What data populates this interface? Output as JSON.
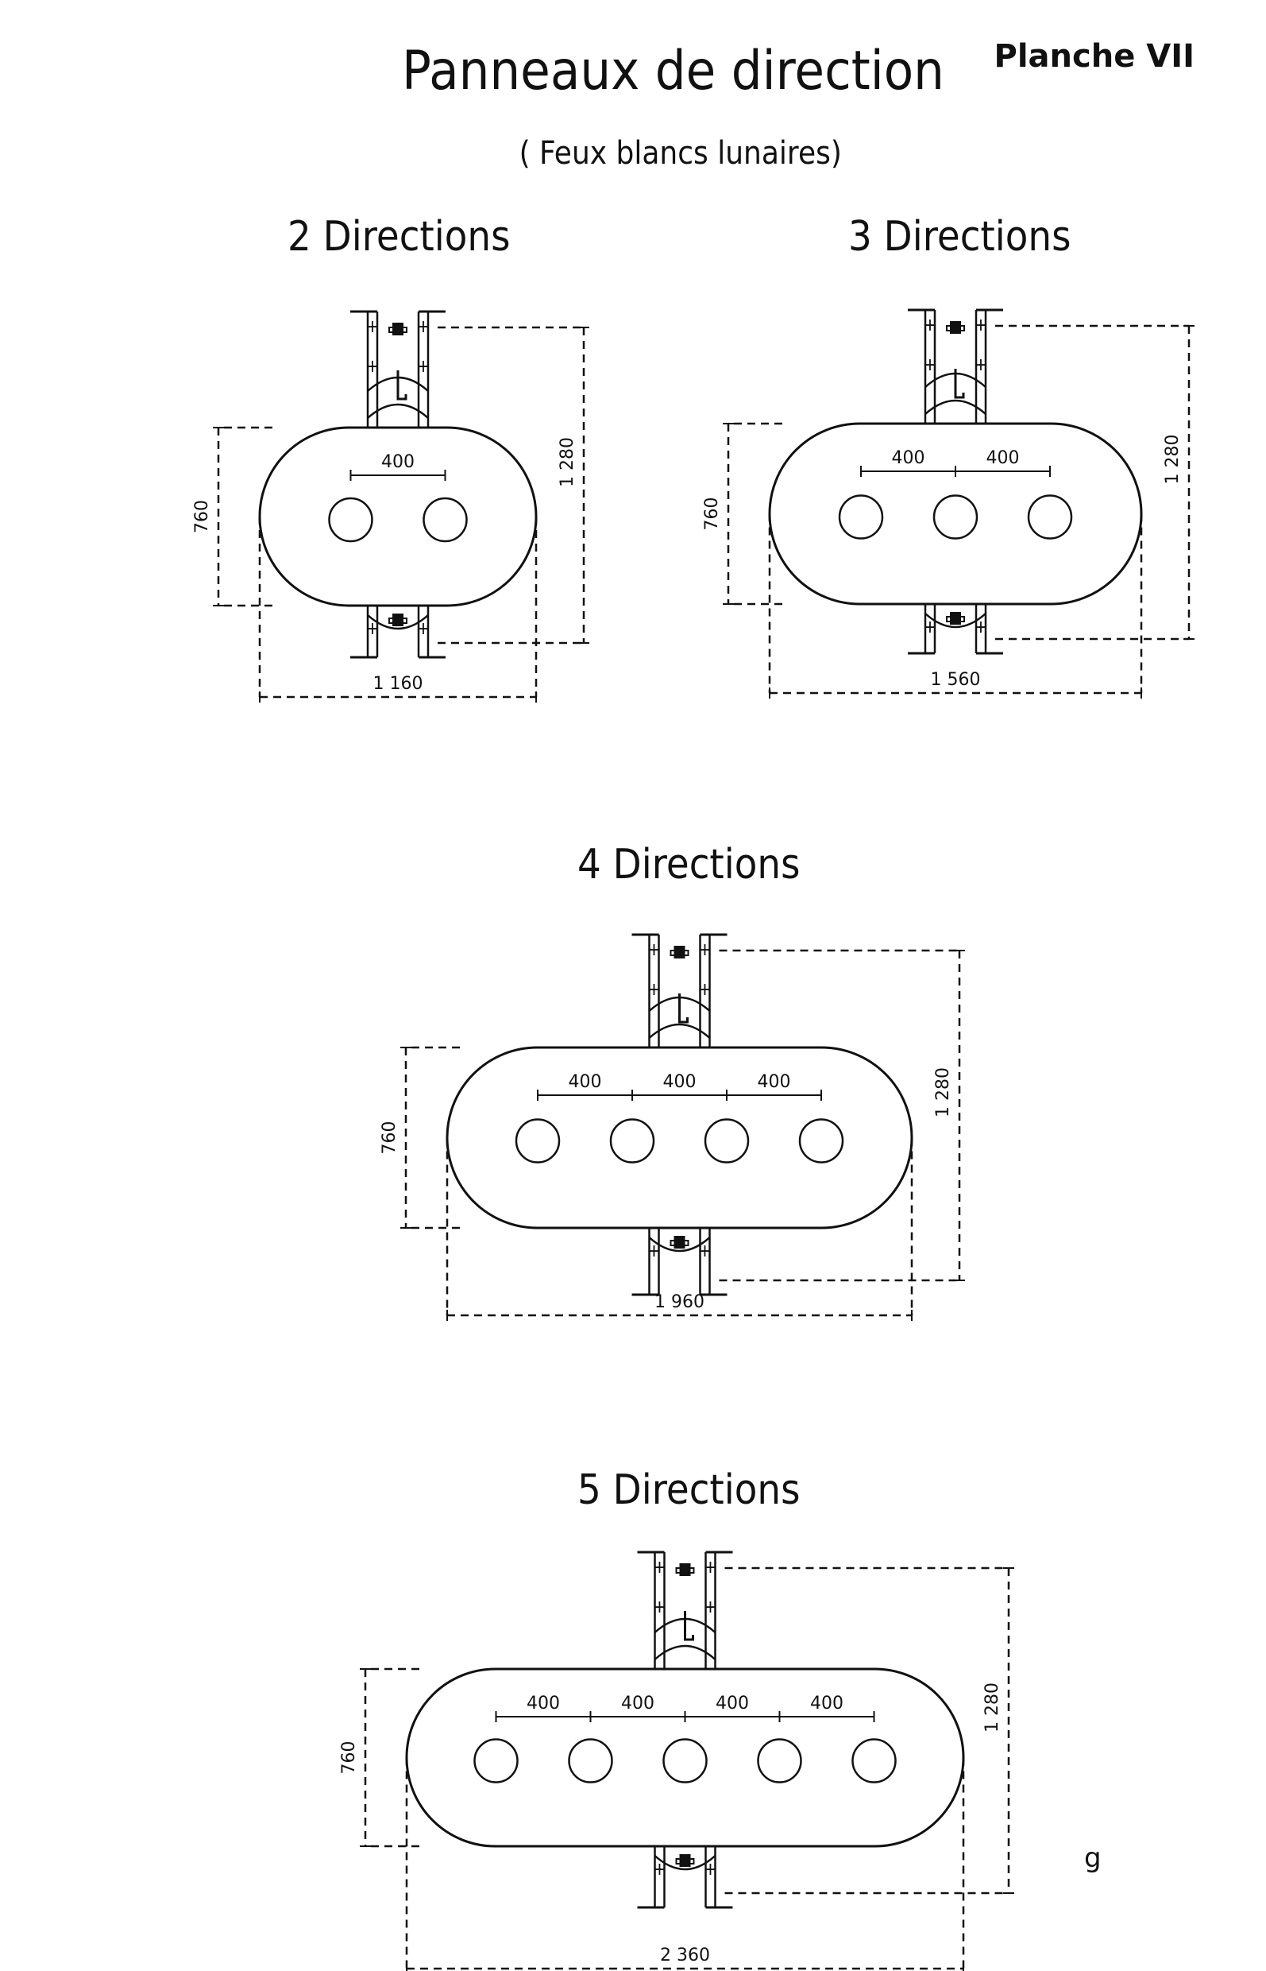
{
  "page": {
    "title": "Panneaux de direction",
    "subtitle": "( Feux blancs lunaires)",
    "plate": "Planche VII",
    "corner_mark": "g"
  },
  "panels": [
    {
      "heading": "2 Directions",
      "lamps": 2,
      "width_label": "1 160",
      "height_label": "760",
      "total_height_label": "1 280",
      "spacing_label": "400"
    },
    {
      "heading": "3 Directions",
      "lamps": 3,
      "width_label": "1 560",
      "height_label": "760",
      "total_height_label": "1 280",
      "spacing_label": "400"
    },
    {
      "heading": "4 Directions",
      "lamps": 4,
      "width_label": "1 960",
      "height_label": "760",
      "total_height_label": "1 280",
      "spacing_label": "400"
    },
    {
      "heading": "5 Directions",
      "lamps": 5,
      "width_label": "2 360",
      "height_label": "760",
      "total_height_label": "1 280",
      "spacing_label": "400"
    }
  ],
  "colors": {
    "ink": "#111111",
    "paper": "#ffffff"
  }
}
